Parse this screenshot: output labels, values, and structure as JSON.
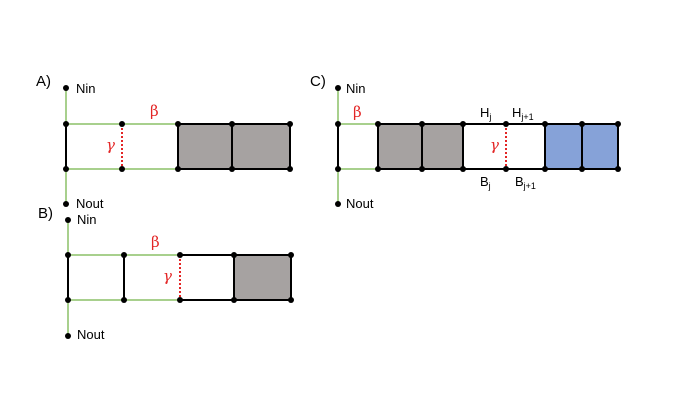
{
  "colors": {
    "edge_green": "#a8d08d",
    "edge_black": "#000000",
    "gray_fill": "#a6a2a1",
    "blue_fill": "#86a2d8",
    "red": "#e32626"
  },
  "panel_a": {
    "label": "A)",
    "nin": "Nin",
    "nout": "Nout",
    "beta": "β",
    "gamma": "γ"
  },
  "panel_b": {
    "label": "B)",
    "nin": "Nin",
    "nout": "Nout",
    "beta": "β",
    "gamma": "γ"
  },
  "panel_c": {
    "label": "C)",
    "nin": "Nin",
    "nout": "Nout",
    "beta": "β",
    "gamma": "γ",
    "h_j": "H",
    "h_j_sub": "j",
    "h_j1": "H",
    "h_j1_sub": "j+1",
    "b_j": "B",
    "b_j_sub": "j",
    "b_j1": "B",
    "b_j1_sub": "j+1"
  }
}
